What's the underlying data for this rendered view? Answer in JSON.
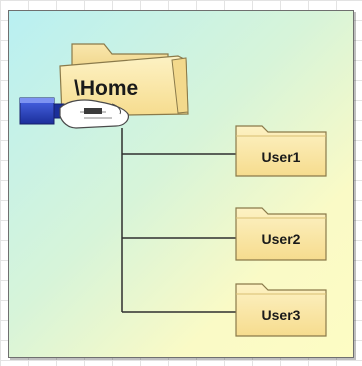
{
  "diagram": {
    "root": {
      "label": "\\Home",
      "icon": "shared-folder-icon"
    },
    "children": [
      {
        "label": "User1",
        "icon": "folder-icon"
      },
      {
        "label": "User2",
        "icon": "folder-icon"
      },
      {
        "label": "User3",
        "icon": "folder-icon"
      }
    ]
  },
  "colors": {
    "folder_fill": "#fbe7a6",
    "folder_stroke": "#8a7a4a",
    "connector": "#2f2f2f",
    "panel_gradient_start": "#b9f0f2",
    "panel_gradient_end": "#fdfcc4",
    "network_cable": "#2b45c9"
  }
}
